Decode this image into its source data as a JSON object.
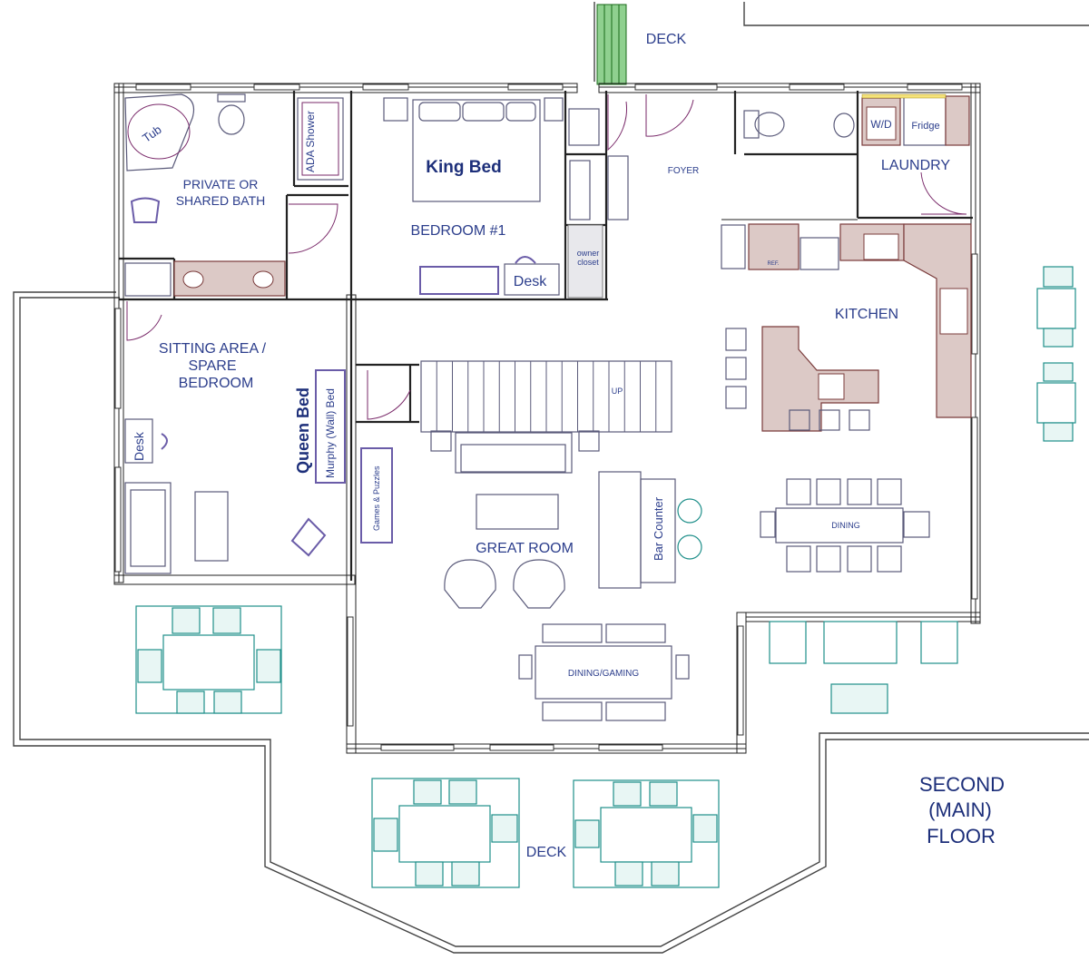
{
  "labels": {
    "deck_top": "DECK",
    "deck_bottom": "DECK",
    "foyer": "FOYER",
    "laundry": "LAUNDRY",
    "wd": "W/D",
    "fridge": "Fridge",
    "kitchen": "KITCHEN",
    "ref": "REF.",
    "king_bed": "King Bed",
    "bedroom": "BEDROOM #1",
    "desk_bedroom": "Desk",
    "owner_closet_1": "owner",
    "owner_closet_2": "closet",
    "tub": "Tub",
    "ada_shower": "ADA Shower",
    "bath_1": "PRIVATE OR",
    "bath_2": "SHARED BATH",
    "sitting_1": "SITTING AREA /",
    "sitting_2": "SPARE",
    "sitting_3": "BEDROOM",
    "desk_sitting": "Desk",
    "queen_bed": "Queen Bed",
    "murphy_bed": "Murphy (Wall) Bed",
    "games": "Games & Puzzles",
    "up": "UP",
    "great_room": "GREAT ROOM",
    "bar_counter": "Bar Counter",
    "dining": "DINING",
    "dining_gaming": "DINING/GAMING",
    "floor_1": "SECOND",
    "floor_2": "(MAIN)",
    "floor_3": "FLOOR"
  }
}
